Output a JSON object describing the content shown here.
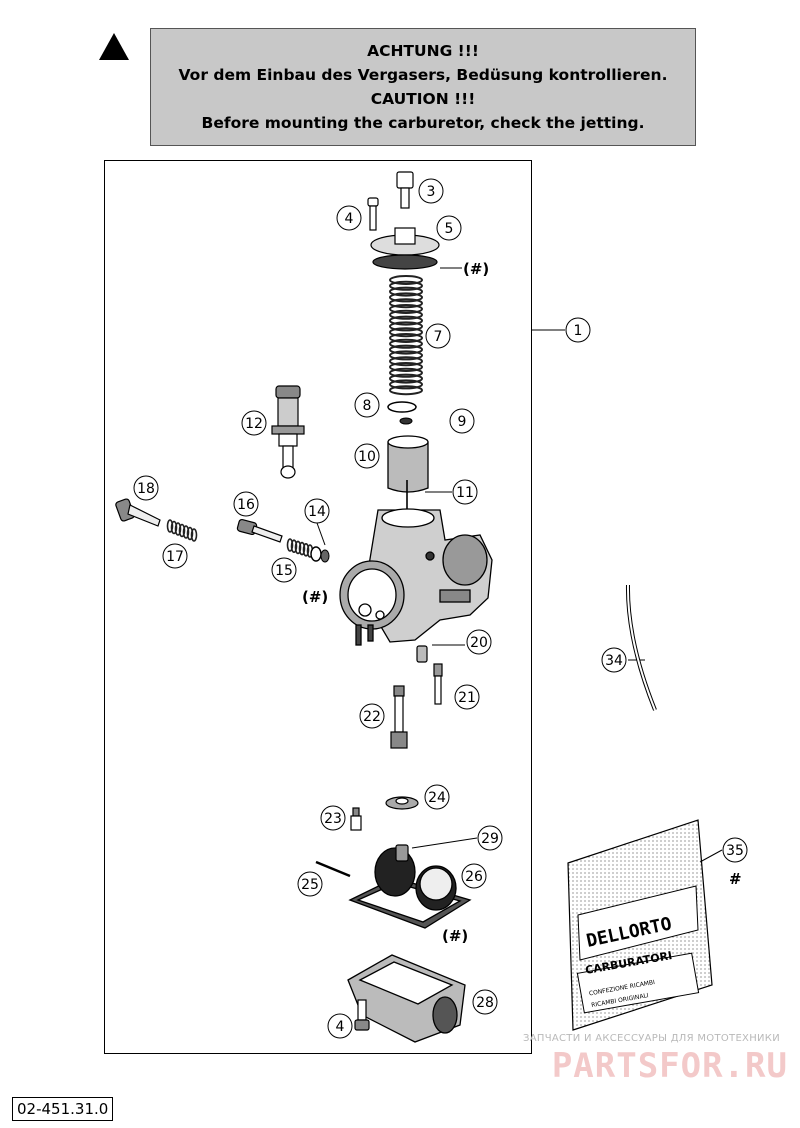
{
  "header": {
    "line1": "ACHTUNG !!!",
    "line2": "Vor dem Einbau des Vergasers, Bedüsung kontrollieren.",
    "line3": "CAUTION !!!",
    "line4": "Before mounting the carburetor, check the jetting."
  },
  "callouts": {
    "c1": "1",
    "c3": "3",
    "c4a": "4",
    "c5": "5",
    "c7": "7",
    "c8": "8",
    "c9": "9",
    "c10": "10",
    "c11": "11",
    "c12": "12",
    "c14": "14",
    "c15": "15",
    "c16": "16",
    "c17": "17",
    "c18": "18",
    "c20": "20",
    "c21": "21",
    "c22": "22",
    "c23": "23",
    "c24": "24",
    "c25": "25",
    "c26": "26",
    "c28": "28",
    "c29": "29",
    "c34": "34",
    "c35": "35",
    "c4b": "4",
    "hash1": "(#)",
    "hash2": "(#)",
    "hash3": "(#)",
    "hash4": "#"
  },
  "bag": {
    "brand": "DELLORTO",
    "label": "CARBURATORI",
    "line1": "CONFEZIONE RICAMBI",
    "line2": "RICAMBI ORIGINALI"
  },
  "footer": {
    "part_number": "02-451.31.0"
  },
  "watermark": {
    "top": "ЗАПЧАСТИ И АКСЕССУАРЫ ДЛЯ МОТОТЕХНИКИ",
    "main": "PARTSFOR.RU"
  },
  "colors": {
    "caution_bg": "#c8c8c8",
    "watermark": "#f3c9c9"
  }
}
